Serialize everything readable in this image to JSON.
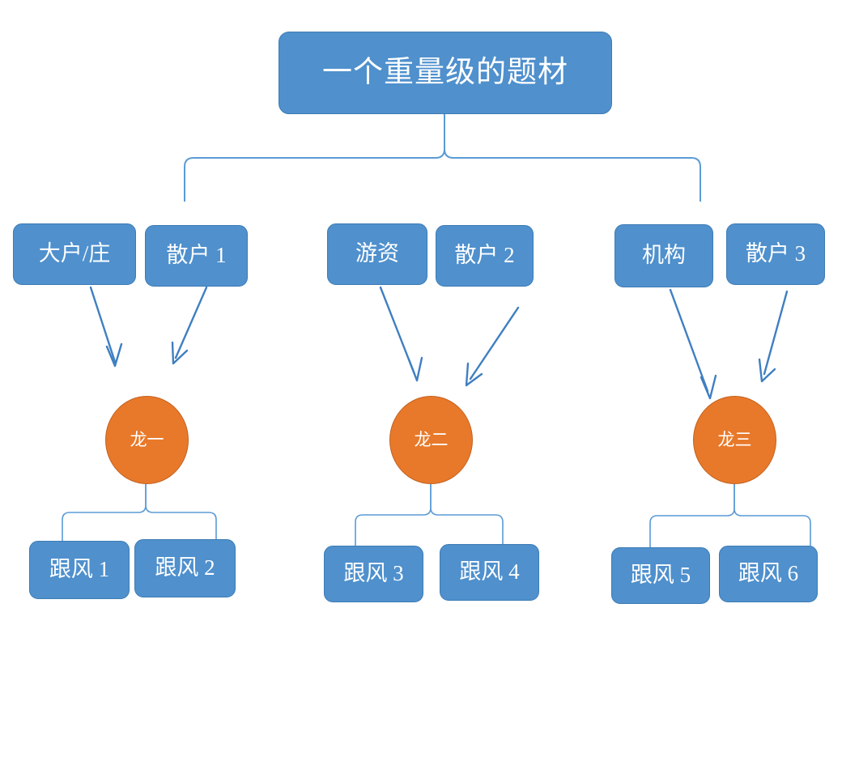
{
  "diagram": {
    "type": "hierarchy-tree",
    "title": "一个重量级的题材",
    "colors": {
      "box_fill": "#4f90cd",
      "box_stroke": "#3d7cb4",
      "circle_fill": "#e8792a",
      "circle_stroke": "#c4621f",
      "connector": "#5b9bd5",
      "text": "#ffffff",
      "background": "#ffffff"
    },
    "root": {
      "label": "一个重量级的题材"
    },
    "groups": [
      {
        "id": "group-1",
        "actors": [
          {
            "label": "大户/庄"
          },
          {
            "label": "散户 1"
          }
        ],
        "leader": {
          "label": "龙一"
        },
        "followers": [
          {
            "label": "跟风 1"
          },
          {
            "label": "跟风 2"
          }
        ]
      },
      {
        "id": "group-2",
        "actors": [
          {
            "label": "游资"
          },
          {
            "label": "散户 2"
          }
        ],
        "leader": {
          "label": "龙二"
        },
        "followers": [
          {
            "label": "跟风 3"
          },
          {
            "label": "跟风 4"
          }
        ]
      },
      {
        "id": "group-3",
        "actors": [
          {
            "label": "机构"
          },
          {
            "label": "散户 3"
          }
        ],
        "leader": {
          "label": "龙三"
        },
        "followers": [
          {
            "label": "跟风 5"
          },
          {
            "label": "跟风 6"
          }
        ]
      }
    ]
  }
}
